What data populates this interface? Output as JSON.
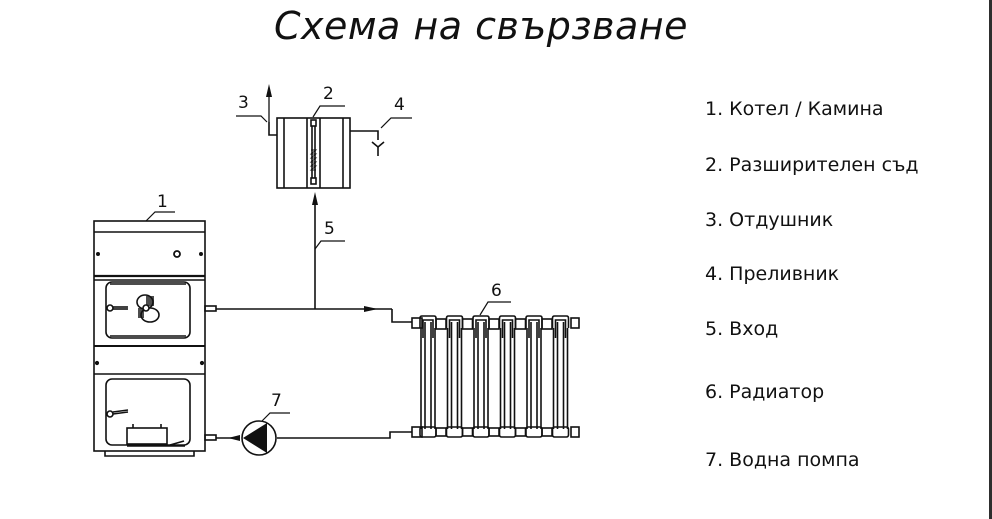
{
  "title": "Схема на свързване",
  "labels": {
    "boiler": "1",
    "expansion_tank": "2",
    "vent": "3",
    "overflow": "4",
    "inlet": "5",
    "radiator": "6",
    "pump": "7"
  },
  "legend": [
    {
      "label": "1. Котел / Камина"
    },
    {
      "label": "2. Разширителен съд"
    },
    {
      "label": "3. Отдушник"
    },
    {
      "label": "4. Преливник"
    },
    {
      "label": "5. Вход"
    },
    {
      "label": "6. Радиатор"
    },
    {
      "label": "7. Водна помпа"
    }
  ],
  "colors": {
    "line": "#111111",
    "background": "#ffffff",
    "border": "#2e2e2e"
  }
}
